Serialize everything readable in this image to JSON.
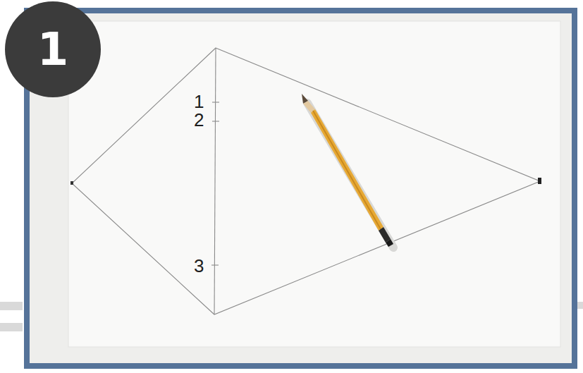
{
  "diagram": {
    "nodes": [
      {
        "text": [
          "1"
        ]
      }
    ],
    "labels": [
      "1",
      "2",
      "3"
    ]
  }
}
